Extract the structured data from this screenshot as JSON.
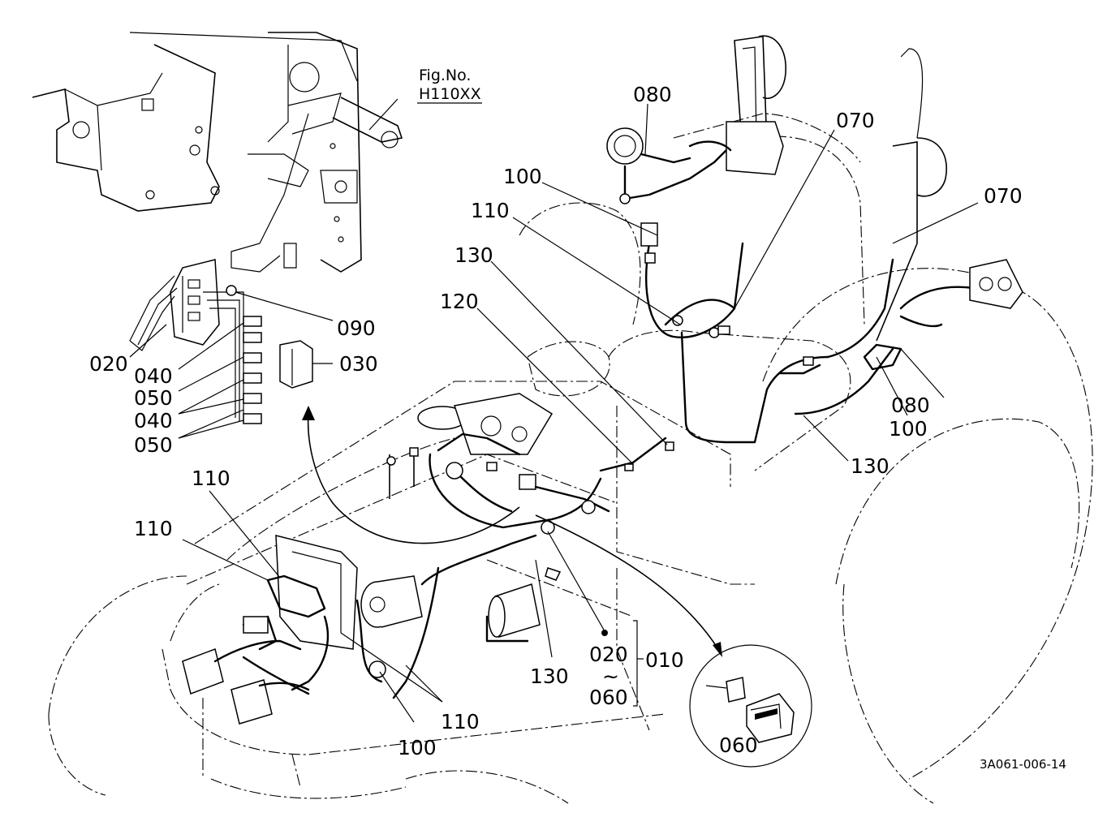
{
  "figure_reference": {
    "caption": "Fig.No.",
    "number": "H110XX"
  },
  "drawing_code": "3A061-006-14",
  "callouts": {
    "c010": "010",
    "c020_a": "020",
    "c020_b": "020",
    "tilde": "~",
    "c030": "030",
    "c040_a": "040",
    "c040_b": "040",
    "c050_a": "050",
    "c050_b": "050",
    "c060_a": "060",
    "c060_b": "060",
    "c070_a": "070",
    "c070_b": "070",
    "c080_a": "080",
    "c080_b": "080",
    "c090": "090",
    "c100_a": "100",
    "c100_b": "100",
    "c100_c": "100",
    "c110_a": "110",
    "c110_b": "110",
    "c110_c": "110",
    "c110_d": "110",
    "c120": "120",
    "c130_a": "130",
    "c130_b": "130",
    "c130_c": "130"
  }
}
